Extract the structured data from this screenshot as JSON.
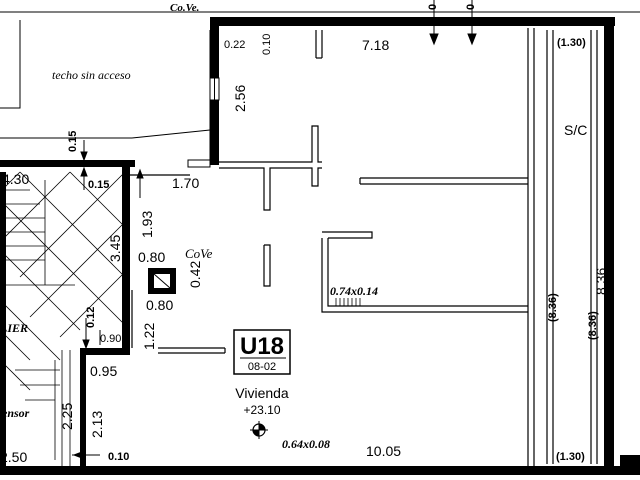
{
  "labels": {
    "cove_top": "Co.Ve.",
    "techo": "techo sin acceso",
    "cove_mid": "CoVe",
    "sc": "S/C",
    "lier": "LIER",
    "ensor": "ensor",
    "vano_1": "0.74x0.14",
    "vano_2": "0.64x0.08"
  },
  "unit": {
    "code": "U18",
    "sub": "08-02",
    "name": "Vivienda",
    "level": "+23.10"
  },
  "dimensions": {
    "d_718": "7.18",
    "d_022": "0.22",
    "d_010_top": "0.10",
    "d_256": "2.56",
    "d_130_top": "(1.30)",
    "d_130_bottom": "(1.30)",
    "d_836": "8.36",
    "d_836_a": "(8.36)",
    "d_836_b": "(8.36)",
    "d_015_a": "0.15",
    "d_015_b": "0.15",
    "d_430": "4.30",
    "d_170": "1.70",
    "d_193": "1.93",
    "d_345": "3.45",
    "d_080_a": "0.80",
    "d_080_b": "0.80",
    "d_042": "0.42",
    "d_012": "0.12",
    "d_090": "0.90",
    "d_122": "1.22",
    "d_095": "0.95",
    "d_225": "2.25",
    "d_213": "2.13",
    "d_010_bottom": "0.10",
    "d_250": "2.50",
    "d_1005": "10.05",
    "d_0_1": "0",
    "d_0_2": "0"
  }
}
